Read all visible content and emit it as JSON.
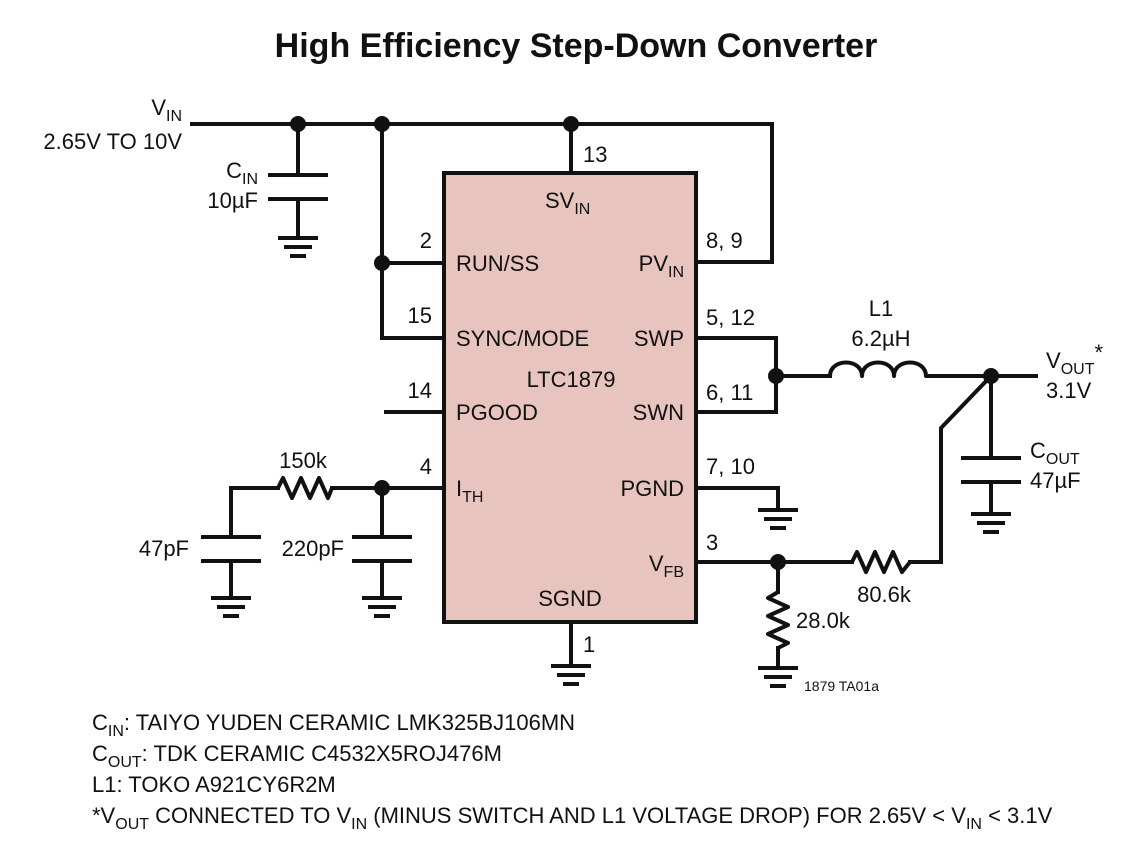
{
  "title": "High Efficiency Step-Down Converter",
  "ic": {
    "name": "LTC1879",
    "fill_color": "#e8c4be",
    "pins": {
      "svin": {
        "label": "SV",
        "sub": "IN",
        "number": "13"
      },
      "run_ss": {
        "label": "RUN/SS",
        "number": "2"
      },
      "sync": {
        "label": "SYNC/MODE",
        "number": "15"
      },
      "pgood": {
        "label": "PGOOD",
        "number": "14"
      },
      "ith": {
        "label": "I",
        "sub": "TH",
        "number": "4"
      },
      "sgnd": {
        "label": "SGND",
        "number": "1"
      },
      "pvin": {
        "label": "PV",
        "sub": "IN",
        "number": "8, 9"
      },
      "swp": {
        "label": "SWP",
        "number": "5, 12"
      },
      "swn": {
        "label": "SWN",
        "number": "6, 11"
      },
      "pgnd": {
        "label": "PGND",
        "number": "7, 10"
      },
      "vfb": {
        "label": "V",
        "sub": "FB",
        "number": "3"
      }
    }
  },
  "vin": {
    "label": "V",
    "sub": "IN",
    "range": "2.65V TO 10V"
  },
  "cin": {
    "label": "C",
    "sub": "IN",
    "value": "10µF"
  },
  "l1": {
    "label": "L1",
    "value": "6.2µH"
  },
  "vout": {
    "label": "V",
    "sub": "OUT",
    "mark": "*",
    "value": "3.1V"
  },
  "cout": {
    "label": "C",
    "sub": "OUT",
    "value": "47µF"
  },
  "r_ith": {
    "value": "150k"
  },
  "c_ith_series": {
    "value": "47pF"
  },
  "c_ith": {
    "value": "220pF"
  },
  "r_fb_top": {
    "value": "80.6k"
  },
  "r_fb_bottom": {
    "value": "28.0k"
  },
  "figure_id": "1879 TA01a",
  "notes": {
    "n1": {
      "label": "C",
      "sub": "IN",
      "text": ": TAIYO YUDEN CERAMIC LMK325BJ106MN"
    },
    "n2": {
      "label": "C",
      "sub": "OUT",
      "text": ": TDK CERAMIC C4532X5ROJ476M"
    },
    "n3": {
      "text": "L1: TOKO A921CY6R2M"
    },
    "n4": {
      "a": "*V",
      "a_sub": "OUT",
      "b": " CONNECTED TO V",
      "b_sub": "IN",
      "c": " (MINUS SWITCH AND L1 VOLTAGE DROP) FOR 2.65V < V",
      "c_sub": "IN",
      "d": " < 3.1V"
    }
  }
}
